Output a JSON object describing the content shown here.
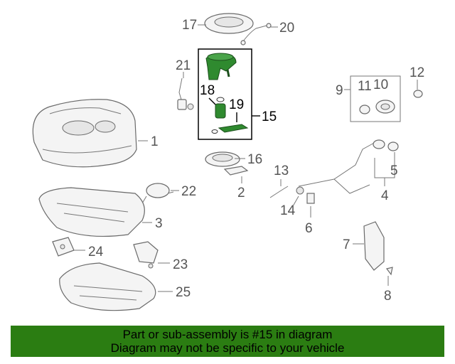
{
  "callouts": {
    "c1": "1",
    "c2": "2",
    "c3": "3",
    "c4": "4",
    "c5": "5",
    "c6": "6",
    "c7": "7",
    "c8": "8",
    "c9": "9",
    "c10": "10",
    "c11": "11",
    "c12": "12",
    "c13": "13",
    "c14": "14",
    "c15": "15",
    "c16": "16",
    "c17": "17",
    "c18": "18",
    "c19": "19",
    "c20": "20",
    "c21": "21",
    "c22": "22",
    "c23": "23",
    "c24": "24",
    "c25": "25"
  },
  "banner": {
    "line1": "Part or sub-assembly is #15 in diagram",
    "line2": "Diagram may not be specific to your vehicle"
  },
  "colors": {
    "highlight": "#2f8a2f",
    "banner_bg": "#2b7d12"
  }
}
